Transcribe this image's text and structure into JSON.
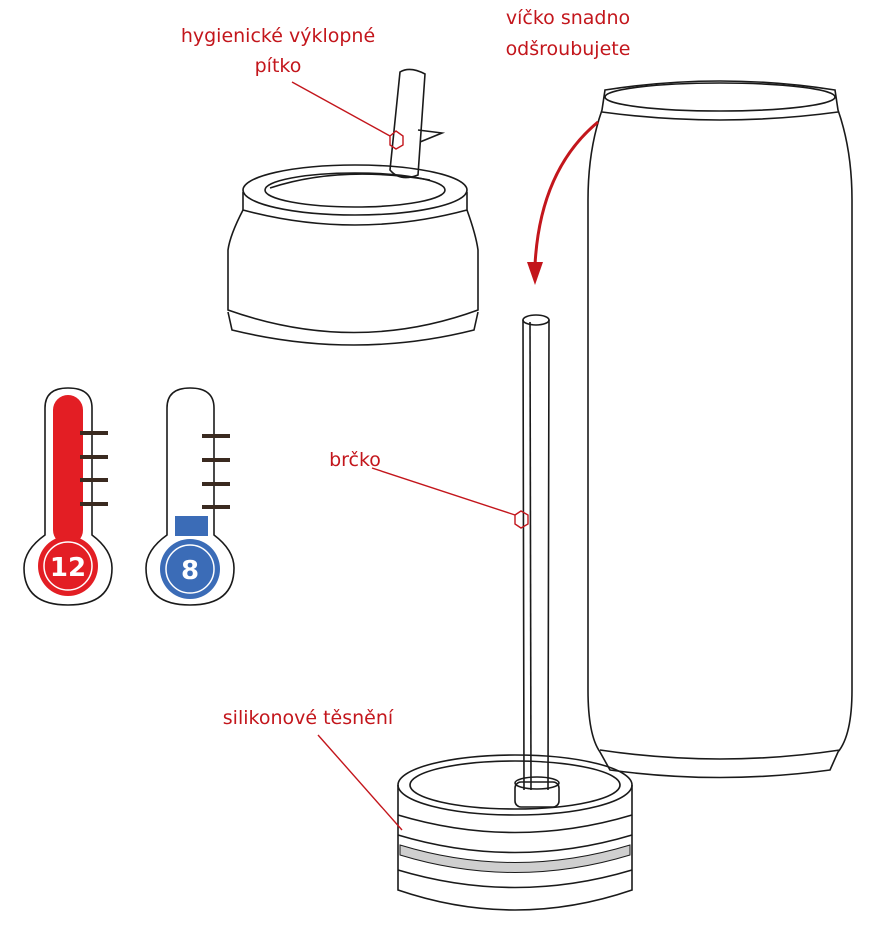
{
  "labels": {
    "straw_top_line1": "hygienické výklopné",
    "straw_top_line2": "pítko",
    "lid_line1": "víčko snadno",
    "lid_line2": "odšroubujete",
    "straw": "brčko",
    "seal": "silikonové těsnění"
  },
  "thermometers": [
    {
      "value": "12",
      "color": "#e31e24",
      "fill_level": 1.0
    },
    {
      "value": "8",
      "color": "#3b6cb7",
      "fill_level": 0.05
    }
  ],
  "colors": {
    "accent": "#c3161c",
    "line": "#1a1a1a"
  }
}
